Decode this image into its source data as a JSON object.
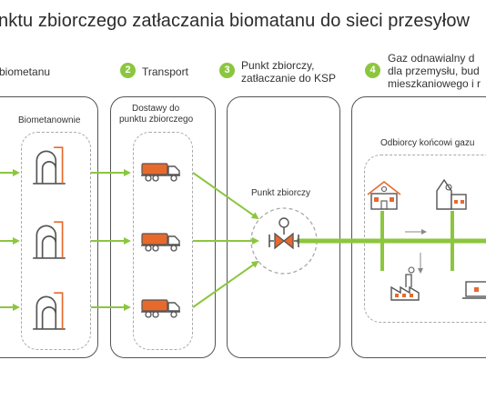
{
  "title": "nktu zbiorczego zatłaczania biomatanu do sieci przesyłow",
  "steps": [
    {
      "number": "",
      "label": "biometanu"
    },
    {
      "number": "2",
      "label": "Transport"
    },
    {
      "number": "3",
      "label_line1": "Punkt zbiorczy,",
      "label_line2": "zatłaczanie do KSP"
    },
    {
      "number": "4",
      "label_line1": "Gaz odnawialny d",
      "label_line2": "dla przemysłu, bud",
      "label_line3": "mieszkaniowego i r"
    }
  ],
  "panels": {
    "biomethane": {
      "label": "Biometanownie"
    },
    "transport": {
      "label_line1": "Dostawy do",
      "label_line2": "punktu zbiorczego"
    },
    "collection": {
      "label": "Punkt zbiorczy"
    },
    "consumers": {
      "label": "Odbiorcy końcowi gazu"
    }
  },
  "icons": {
    "plants": "biogas-plant-icon",
    "trucks": "tanker-truck-icon",
    "meter": "gas-meter-valve-icon",
    "house": "house-icon",
    "factory": "factory-icon",
    "industrial": "industrial-plant-icon",
    "laptop": "laptop-icon"
  },
  "colors": {
    "accent_green": "#8cc63f",
    "accent_orange": "#e8692c",
    "outline": "#555555",
    "dash": "#a9a9a9"
  }
}
